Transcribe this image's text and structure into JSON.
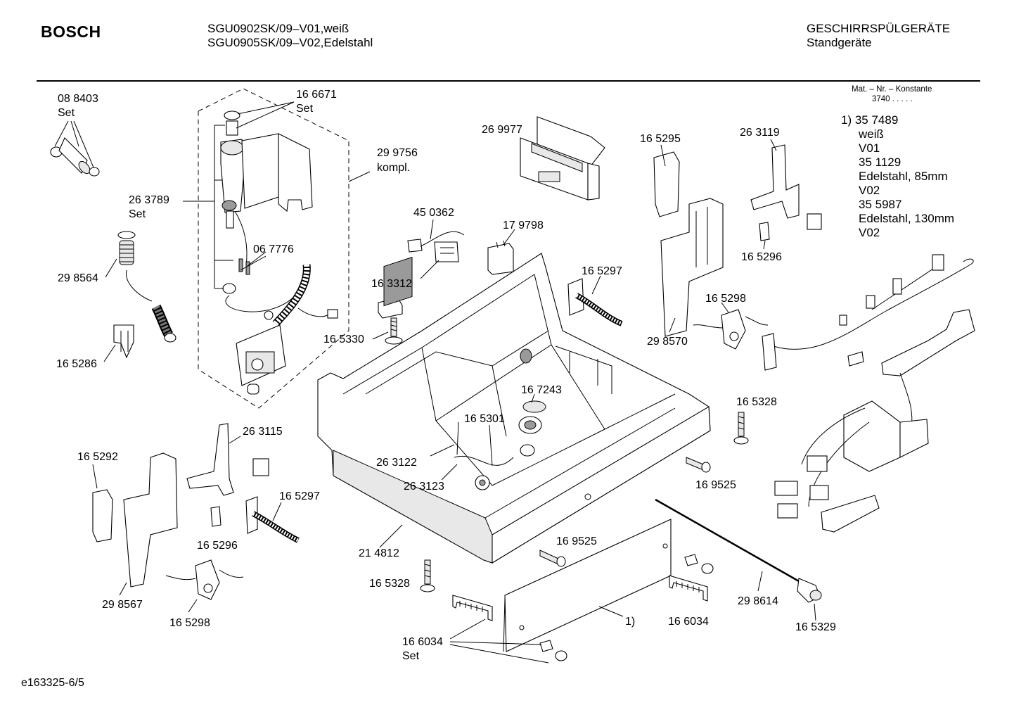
{
  "header": {
    "brand": "BOSCH",
    "model_line_1": "SGU0902SK/09–V01,weiß",
    "model_line_2": "SGU0905SK/09–V02,Edelstahl",
    "category_line_1": "GESCHIRRSPÜLGERÄTE",
    "category_line_2": "Standgeräte"
  },
  "mat_info": {
    "line_1": "Mat. – Nr. – Konstante",
    "line_2": "3740  .  .  .  .  ."
  },
  "note": {
    "lines": [
      "1) 35 7489",
      "weiß",
      "V01",
      "35 1129",
      "Edelstahl, 85mm",
      "V02",
      "35 5987",
      "Edelstahl, 130mm",
      "V02"
    ]
  },
  "labels": {
    "p088403": "08 8403",
    "p088403_set": "Set",
    "p166671": "16 6671",
    "p166671_set": "Set",
    "p299756": "29 9756",
    "p299756_kompl": "kompl.",
    "p263789": "26 3789",
    "p263789_set": "Set",
    "p298564": "29 8564",
    "p067776": "06 7776",
    "p165286": "16 5286",
    "p269977": "26 9977",
    "p450362": "45 0362",
    "p179798": "17 9798",
    "p163312": "16 3312",
    "p165330": "16 5330",
    "p165295": "16 5295",
    "p263119": "26 3119",
    "p165296a": "16 5296",
    "p165297a": "16 5297",
    "p165298a": "16 5298",
    "p298570": "29 8570",
    "p167243": "16 7243",
    "p165301": "16 5301",
    "p263115": "26 3115",
    "p165292": "16 5292",
    "p263122": "26 3122",
    "p263123": "26 3123",
    "p165297b": "16 5297",
    "p165296b": "16 5296",
    "p298567": "29 8567",
    "p165298b": "16 5298",
    "p214812": "21 4812",
    "p165328a": "16 5328",
    "p169525a": "16 9525",
    "p165328b": "16 5328",
    "p169525b": "16 9525",
    "p166034a": "16 6034",
    "p166034_set": "Set",
    "p166034b": "16 6034",
    "p298614": "29 8614",
    "p165329": "16 5329",
    "p1": "1)"
  },
  "footer": {
    "doc_id": "e163325-6/5"
  }
}
